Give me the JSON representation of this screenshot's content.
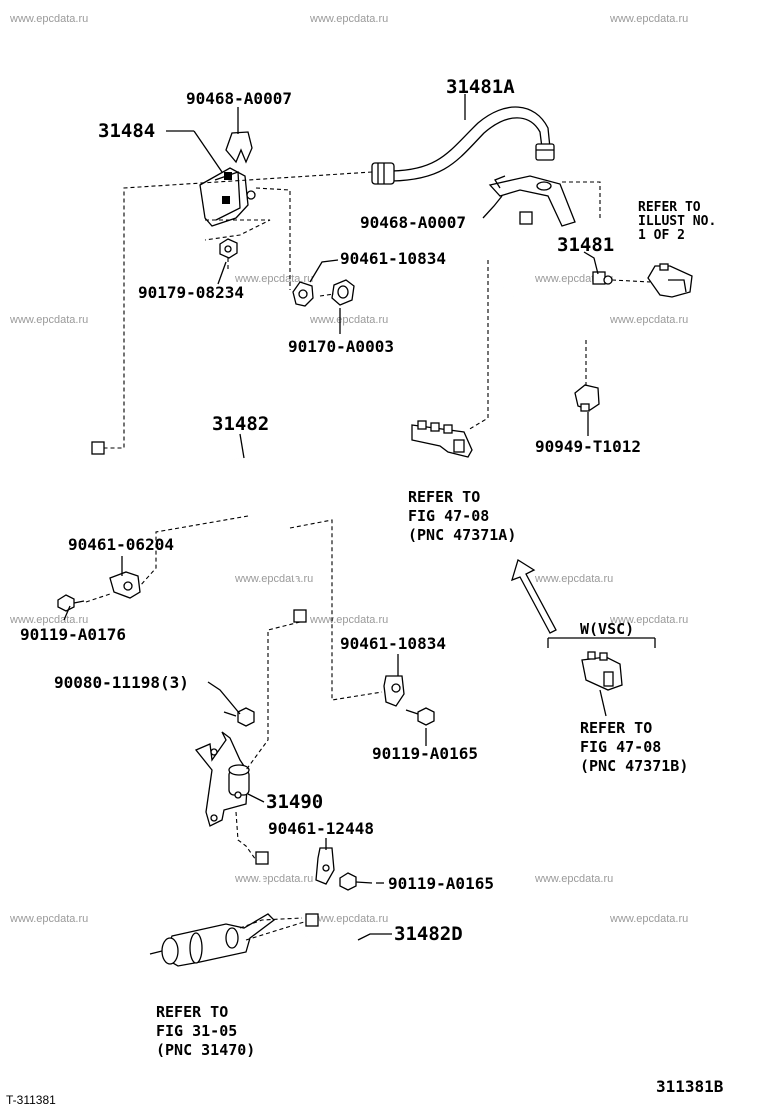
{
  "watermark": "www.epcdata.ru",
  "labels": {
    "p31481A": "31481A",
    "p90468_top": "90468-A0007",
    "p31484": "31484",
    "p90468_mid": "90468-A0007",
    "p90179": "90179-08234",
    "p90461_10834_a": "90461-10834",
    "p90170": "90170-A0003",
    "p31481": "31481",
    "refer_illust_1": "REFER TO",
    "refer_illust_2": "ILLUST NO.",
    "refer_illust_3": "1 OF 2",
    "p90949": "90949-T1012",
    "p31482": "31482",
    "p90461_06204": "90461-06204",
    "p90119_A0176": "90119-A0176",
    "ref4708a_1": "REFER TO",
    "ref4708a_2": "FIG 47-08",
    "ref4708a_3": "(PNC 47371A)",
    "wvsc": "W(VSC)",
    "p90080": "90080-11198(3)",
    "p90461_10834_b": "90461-10834",
    "p90119_A0165_a": "90119-A0165",
    "ref4708b_1": "REFER TO",
    "ref4708b_2": "FIG 47-08",
    "ref4708b_3": "(PNC 47371B)",
    "p31490": "31490",
    "p90461_12448": "90461-12448",
    "p90119_A0165_b": "90119-A0165",
    "p31482D": "31482D",
    "ref3105_1": "REFER TO",
    "ref3105_2": "FIG 31-05",
    "ref3105_3": "(PNC 31470)",
    "footer_left": "T-311381",
    "footer_right": "311381B"
  }
}
